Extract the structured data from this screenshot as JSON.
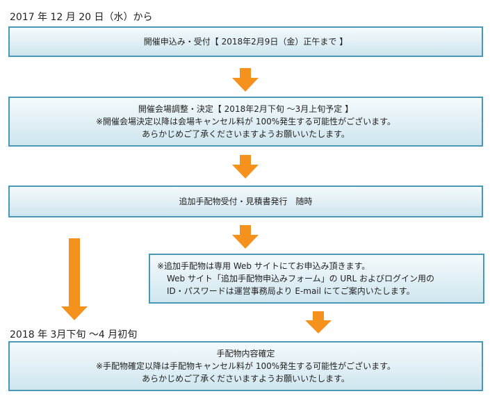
{
  "step1": {
    "date": "2017 年 12 月 20 日（水）から",
    "text": "開催申込み・受付【 2018年2月9日（金）正午まで 】"
  },
  "step2": {
    "line1": "開催会場調整・決定【 2018年2月下旬 〜3月上旬予定 】",
    "line2": "※開催会場決定以降は会場キャンセル料が 100%発生する可能性がございます。",
    "line3": "あらかじめご了承くださいますようお願いいたします。"
  },
  "step3": {
    "text": "追加手配物受付・見積書発行　随時"
  },
  "note": {
    "line1": "※追加手配物は専用 Web サイトにてお申込み頂きます。",
    "line2": "Web サイト「追加手配物申込みフォーム」の URL およびログイン用の",
    "line3": "ID・パスワードは運営事務局より E-mail にてご案内いたします。"
  },
  "step4": {
    "date": "2018 年 3月下旬 〜4 月初旬",
    "line1": "手配物内容確定",
    "line2": "※手配物確定以降は手配物キャンセル料が 100%発生する可能性がございます。",
    "line3": "あらかじめご了承くださいますようお願いいたします。"
  },
  "colors": {
    "box_border": "#4a98b8",
    "box_fill_top": "#f4fafc",
    "box_fill_bottom": "#cfe6ef",
    "arrow": "#f5921e"
  }
}
